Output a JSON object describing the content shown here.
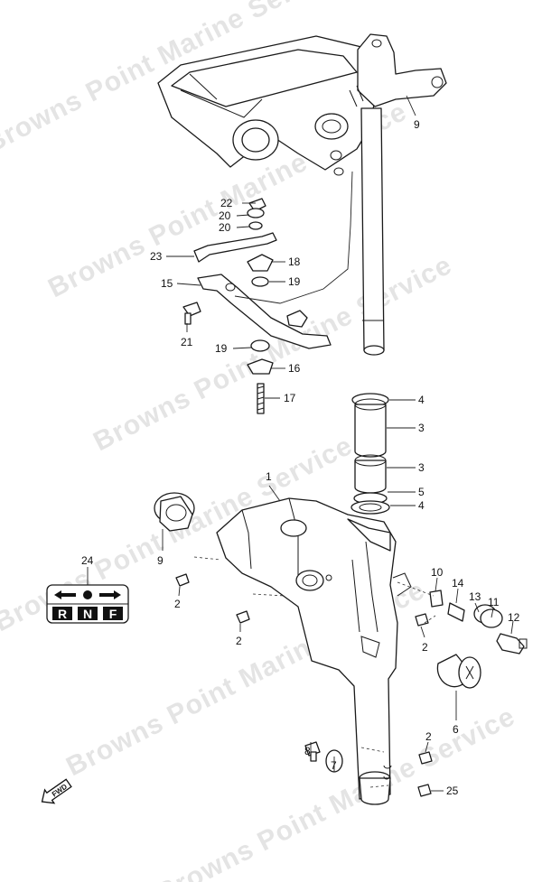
{
  "watermark": {
    "text": "Browns Point Marine Service",
    "color": "#e4e4e4"
  },
  "part_numbers": {
    "p1": "1",
    "p2": "2",
    "p3": "3",
    "p4": "4",
    "p5": "5",
    "p6": "6",
    "p7": "7",
    "p8": "8",
    "p9": "9",
    "p10": "10",
    "p11": "11",
    "p12": "12",
    "p13": "13",
    "p14": "14",
    "p15": "15",
    "p16": "16",
    "p17": "17",
    "p18": "18",
    "p19": "19",
    "p20": "20",
    "p21": "21",
    "p22": "22",
    "p23": "23",
    "p24": "24",
    "p25": "25"
  },
  "gear_plate": {
    "letters": [
      "R",
      "N",
      "F"
    ],
    "icons": [
      "arrow-left-icon",
      "dot-icon",
      "arrow-right-icon"
    ]
  },
  "fwd_badge": {
    "text": "FWD",
    "icon": "fwd-arrow-icon"
  }
}
